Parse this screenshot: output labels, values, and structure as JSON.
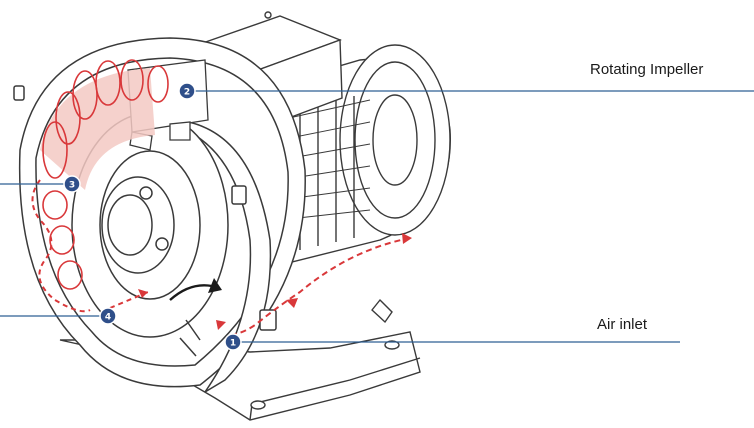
{
  "diagram": {
    "labels": {
      "rotating_impeller": "Rotating Impeller",
      "air_inlet": "Air inlet"
    },
    "markers": [
      "1",
      "2",
      "3",
      "4"
    ],
    "colors": {
      "line_art": "#3a3a3a",
      "callout_line": "#2f5f93",
      "marker_fill": "#2f4f8a",
      "airflow": "#d9383a",
      "airflow_fill": "#f3c9c3"
    }
  }
}
